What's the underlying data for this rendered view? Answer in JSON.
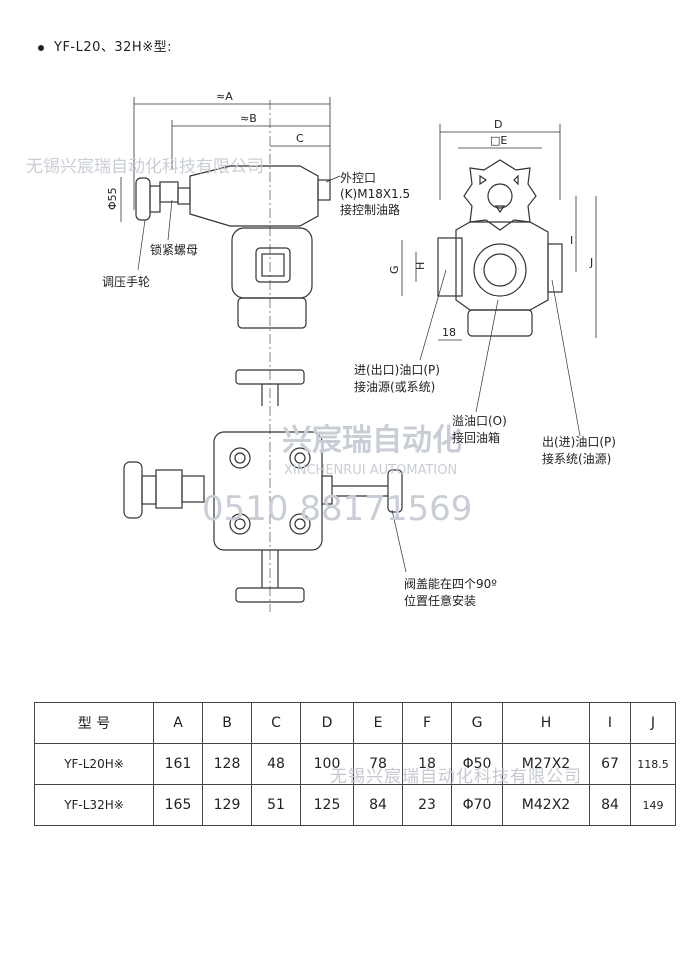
{
  "heading": "YF-L20、32H※型:",
  "dims": {
    "A": "≈A",
    "B": "≈B",
    "C": "C",
    "D": "D",
    "E": "□E",
    "G": "G",
    "H": "H",
    "I": "I",
    "J": "J",
    "phi55": "Φ55",
    "d18": "18"
  },
  "labels": {
    "ext_control_1": "外控口",
    "ext_control_2": "(K)M18X1.5",
    "ext_control_3": "接控制油路",
    "lock_nut": "锁紧螺母",
    "handwheel": "调压手轮",
    "inlet_1": "进(出口)油口(P)",
    "inlet_2": "接油源(或系统)",
    "overflow_1": "溢油口(O)",
    "overflow_2": "接回油箱",
    "outlet_1": "出(进)油口(P)",
    "outlet_2": "接系统(油源)",
    "cover_1": "阀盖能在四个90º",
    "cover_2": "位置任意安装"
  },
  "watermark": {
    "company": "无锡兴宸瑞自动化科技有限公司",
    "brand_cn": "兴宸瑞自动化",
    "brand_en": "XINCHENRUI AUTOMATION",
    "phone": "0510 88171569"
  },
  "table": {
    "headers": [
      "型 号",
      "A",
      "B",
      "C",
      "D",
      "E",
      "F",
      "G",
      "H",
      "I",
      "J"
    ],
    "rows": [
      [
        "YF-L20H※",
        "161",
        "128",
        "48",
        "100",
        "78",
        "18",
        "Φ50",
        "M27X2",
        "67",
        "118.5"
      ],
      [
        "YF-L32H※",
        "165",
        "129",
        "51",
        "125",
        "84",
        "23",
        "Φ70",
        "M42X2",
        "84",
        "149"
      ]
    ]
  }
}
